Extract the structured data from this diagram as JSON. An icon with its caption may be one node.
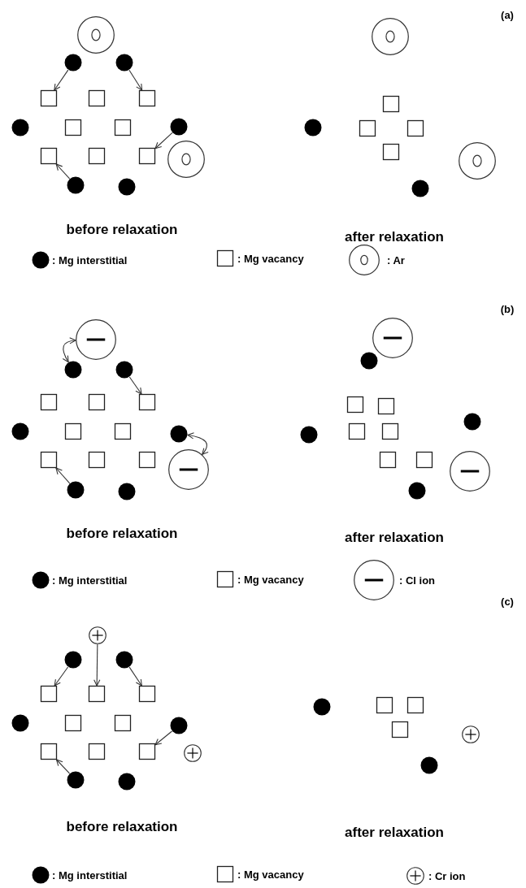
{
  "diagram": {
    "nodes": [
      {
        "text": [],
        "shape": "circle"
      },
      {
        "text": [],
        "shape": "circle"
      },
      {
        "text": [],
        "shape": "circle"
      },
      {
        "text": [],
        "shape": "box"
      },
      {
        "text": [],
        "shape": "box"
      },
      {
        "text": [],
        "shape": "box"
      },
      {
        "text": [],
        "shape": "circle"
      },
      {
        "text": [],
        "shape": "box"
      },
      {
        "text": [],
        "shape": "box"
      },
      {
        "text": [],
        "shape": "circle"
      },
      {
        "text": [],
        "shape": "box"
      },
      {
        "text": [],
        "shape": "box"
      },
      {
        "text": [],
        "shape": "box"
      },
      {
        "text": [],
        "shape": "circle"
      },
      {
        "text": [],
        "shape": "circle"
      },
      {
        "text": [],
        "shape": "circle"
      },
      {
        "text": [],
        "shape": "circle"
      },
      {
        "text": [],
        "shape": "box"
      },
      {
        "text": [],
        "shape": "circle"
      },
      {
        "text": [],
        "shape": "box"
      },
      {
        "text": [],
        "shape": "box"
      },
      {
        "text": [],
        "shape": "box"
      },
      {
        "text": [],
        "shape": "circle"
      },
      {
        "text": [],
        "shape": "circle"
      },
      {
        "text": [],
        "shape": "circle"
      },
      {
        "text": [],
        "shape": "circle"
      },
      {
        "text": [],
        "shape": "circle"
      },
      {
        "text": [],
        "shape": "box"
      },
      {
        "text": [],
        "shape": "box"
      },
      {
        "text": [],
        "shape": "box"
      },
      {
        "text": [],
        "shape": "circle"
      },
      {
        "text": [],
        "shape": "box"
      },
      {
        "text": [],
        "shape": "box"
      },
      {
        "text": [],
        "shape": "circle"
      },
      {
        "text": [],
        "shape": "box"
      },
      {
        "text": [],
        "shape": "box"
      },
      {
        "text": [],
        "shape": "box"
      },
      {
        "text": [],
        "shape": "circle"
      },
      {
        "text": [],
        "shape": "circle"
      },
      {
        "text": [],
        "shape": "circle"
      },
      {
        "text": [],
        "shape": "circle"
      },
      {
        "text": [],
        "shape": "circle"
      },
      {
        "text": [],
        "shape": "box"
      },
      {
        "text": [],
        "shape": "box"
      },
      {
        "text": [],
        "shape": "circle"
      },
      {
        "text": [],
        "shape": "box"
      },
      {
        "text": [],
        "shape": "box"
      },
      {
        "text": [],
        "shape": "circle"
      },
      {
        "text": [],
        "shape": "box"
      },
      {
        "text": [],
        "shape": "box"
      },
      {
        "text": [],
        "shape": "circle"
      },
      {
        "text": [],
        "shape": "circle"
      },
      {
        "text": [],
        "shape": "circle"
      },
      {
        "text": [],
        "shape": "circle"
      },
      {
        "text": [],
        "shape": "circle"
      },
      {
        "text": [],
        "shape": "box"
      },
      {
        "text": [],
        "shape": "box"
      },
      {
        "text": [],
        "shape": "box"
      },
      {
        "text": [],
        "shape": "circle"
      },
      {
        "text": [],
        "shape": "box"
      },
      {
        "text": [],
        "shape": "box"
      },
      {
        "text": [],
        "shape": "circle"
      },
      {
        "text": [],
        "shape": "box"
      },
      {
        "text": [],
        "shape": "box"
      },
      {
        "text": [],
        "shape": "box"
      },
      {
        "text": [],
        "shape": "circle"
      },
      {
        "text": [],
        "shape": "circle"
      },
      {
        "text": [],
        "shape": "circle"
      },
      {
        "text": [],
        "shape": "circle"
      },
      {
        "text": [],
        "shape": "box"
      },
      {
        "text": [],
        "shape": "box"
      },
      {
        "text": [],
        "shape": "box"
      },
      {
        "text": [],
        "shape": "circle"
      },
      {
        "text": [],
        "shape": "circle"
      }
    ],
    "edges": [
      {
        "from": 1,
        "to": 3,
        "arrow": "to"
      },
      {
        "from": 2,
        "to": 5,
        "arrow": "to"
      },
      {
        "from": 9,
        "to": 12,
        "arrow": "to"
      },
      {
        "from": 14,
        "to": 10,
        "arrow": "to"
      },
      {
        "from": 24,
        "to": 25,
        "arrow": "both"
      },
      {
        "from": 26,
        "to": 29,
        "arrow": "to"
      },
      {
        "from": 33,
        "to": 37,
        "arrow": "both"
      },
      {
        "from": 38,
        "to": 34,
        "arrow": "to"
      },
      {
        "from": 52,
        "to": 56,
        "arrow": "to"
      },
      {
        "from": 53,
        "to": 55,
        "arrow": "to"
      },
      {
        "from": 54,
        "to": 57,
        "arrow": "to"
      },
      {
        "from": 61,
        "to": 64,
        "arrow": "to"
      },
      {
        "from": 66,
        "to": 62,
        "arrow": "to"
      }
    ],
    "labels": [
      "(a)",
      "before relaxation",
      "after relaxation",
      "(b)",
      "before relaxation",
      "after relaxation",
      "(c)",
      "before relaxation",
      "after relaxation"
    ],
    "legend": [
      {
        "text": ": Mg interstitial"
      },
      {
        "text": ": Mg vacancy"
      },
      {
        "text": ": Ar"
      },
      {
        "text": ": Mg interstitial"
      },
      {
        "text": ": Mg vacancy"
      },
      {
        "text": ": Cl ion"
      },
      {
        "text": ": Mg interstitial"
      },
      {
        "text": ": Mg vacancy"
      },
      {
        "text": ": Cr ion"
      }
    ]
  }
}
